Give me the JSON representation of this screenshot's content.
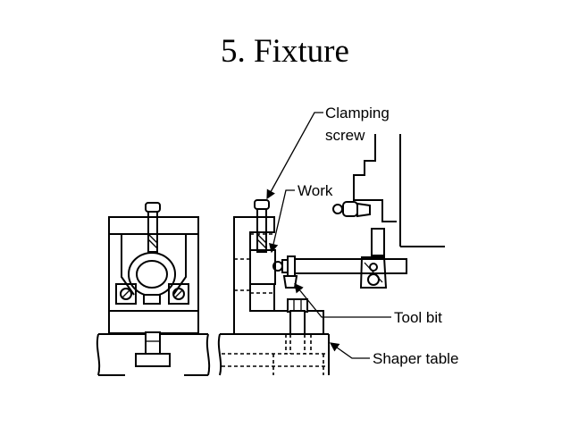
{
  "title": "5. Fixture",
  "labels": {
    "clamping_screw_line1": "Clamping",
    "clamping_screw_line2": "screw",
    "work": "Work",
    "tool_bit": "Tool bit",
    "shaper_table": "Shaper table"
  },
  "colors": {
    "ink": "#000000",
    "background": "#ffffff"
  }
}
